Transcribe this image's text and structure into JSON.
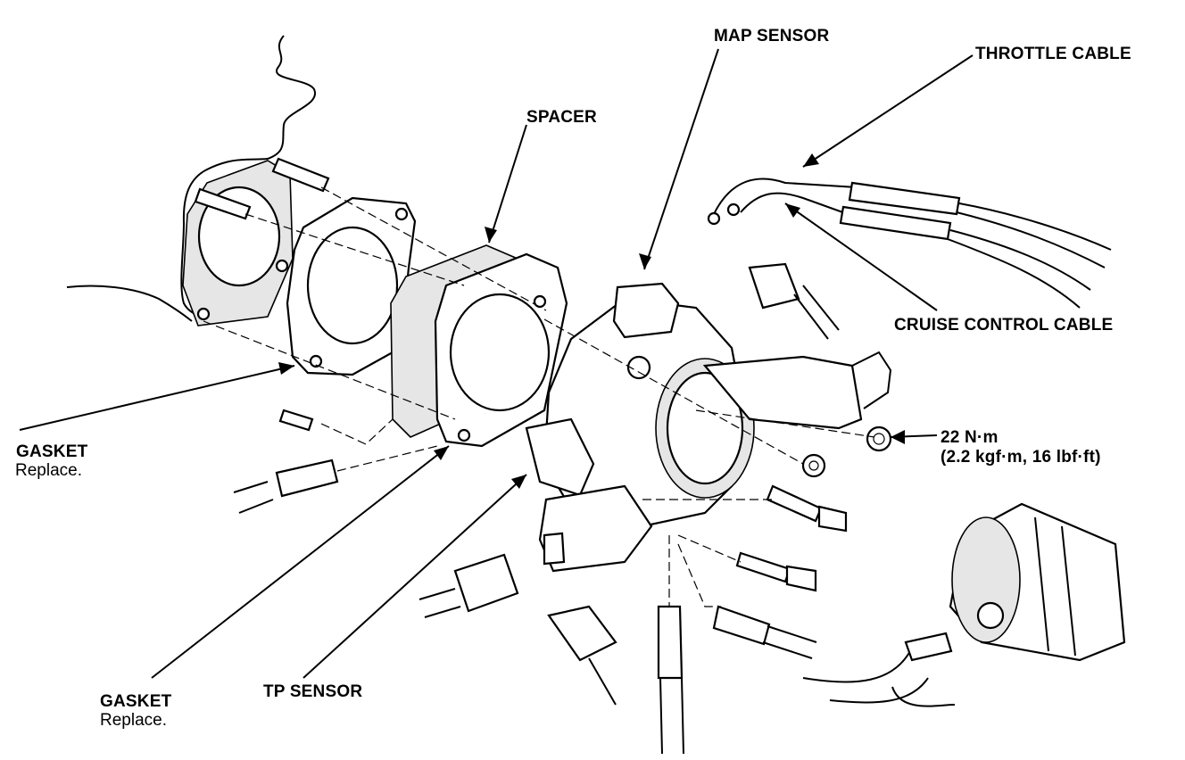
{
  "labels": {
    "map_sensor": "MAP SENSOR",
    "throttle_cable": "THROTTLE CABLE",
    "spacer": "SPACER",
    "cruise_control_cable": "CRUISE CONTROL CABLE",
    "torque_value": "22 N·m",
    "torque_detail": "(2.2 kgf·m, 16 lbf·ft)",
    "gasket_1": "GASKET",
    "gasket_1_note": "Replace.",
    "gasket_2": "GASKET",
    "gasket_2_note": "Replace.",
    "tp_sensor": "TP SENSOR"
  }
}
